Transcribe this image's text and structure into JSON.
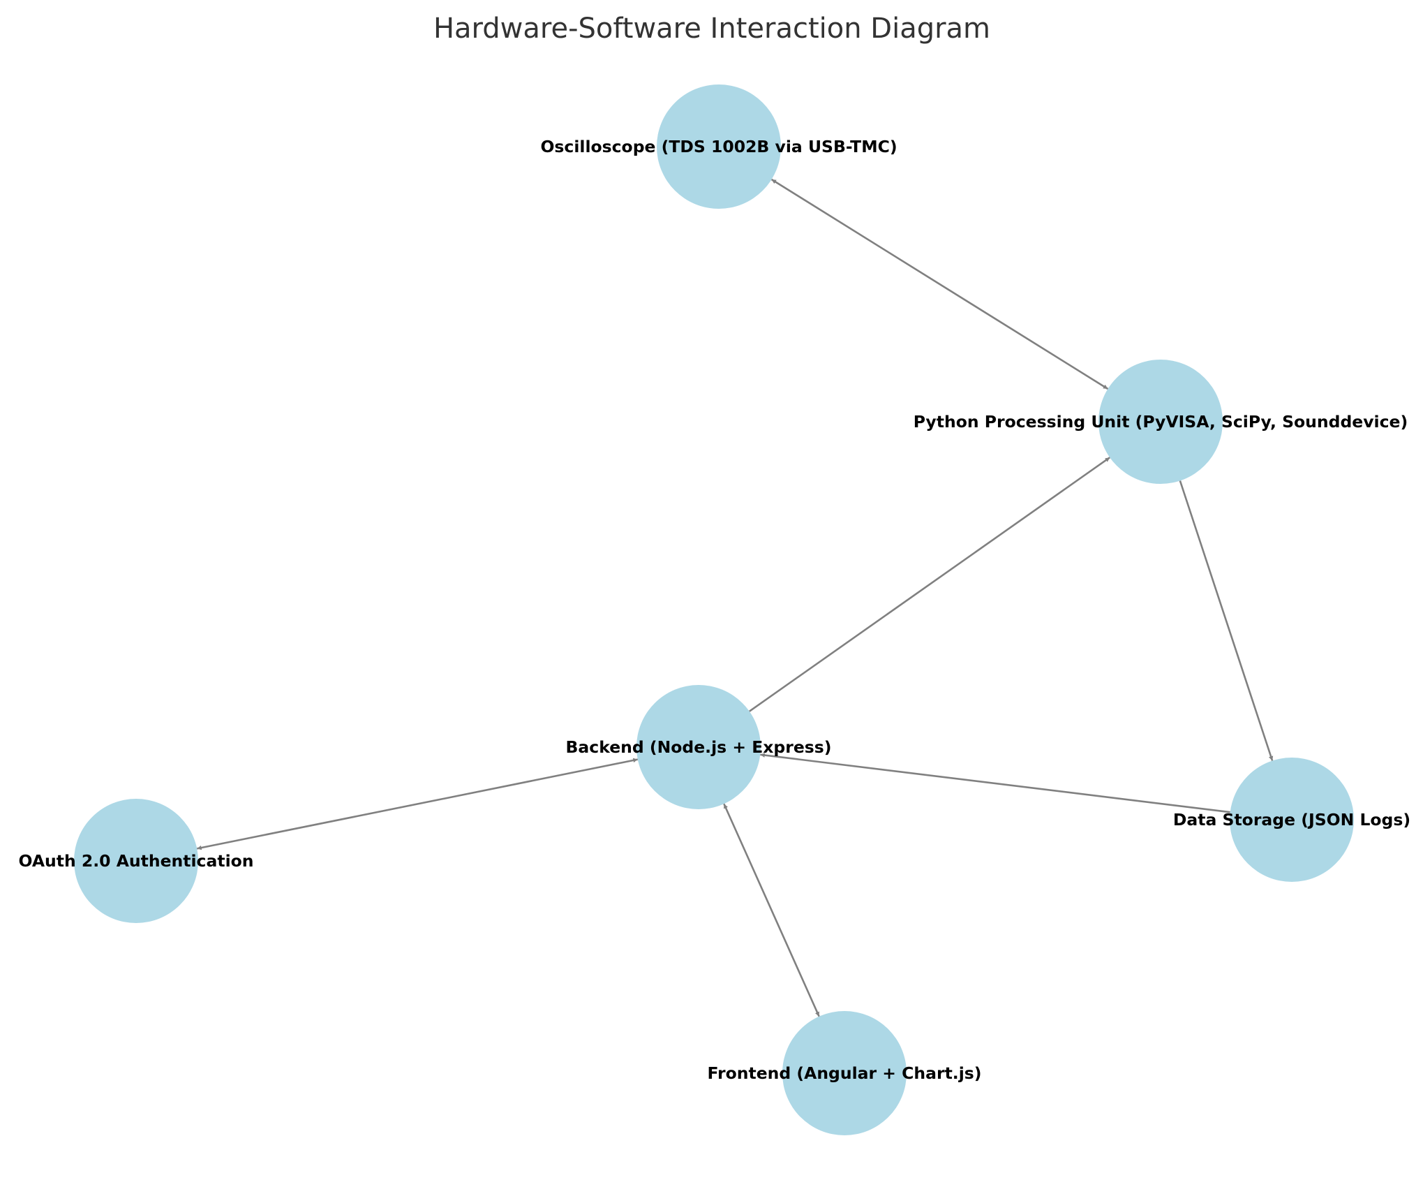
{
  "diagram": {
    "title": "Hardware-Software Interaction Diagram",
    "node_color": "#add8e6",
    "edge_color": "#808080",
    "nodes": [
      {
        "id": "oscilloscope",
        "label": "Oscilloscope (TDS 1002B via USB-TMC)"
      },
      {
        "id": "python",
        "label": "Python Processing Unit (PyVISA, SciPy, Sounddevice)"
      },
      {
        "id": "backend",
        "label": "Backend (Node.js + Express)"
      },
      {
        "id": "storage",
        "label": "Data Storage (JSON Logs)"
      },
      {
        "id": "oauth",
        "label": "OAuth 2.0 Authentication"
      },
      {
        "id": "frontend",
        "label": "Frontend (Angular + Chart.js)"
      }
    ],
    "edges": [
      {
        "from": "oscilloscope",
        "to": "python",
        "bidirectional": true
      },
      {
        "from": "backend",
        "to": "python",
        "bidirectional": false
      },
      {
        "from": "python",
        "to": "storage",
        "bidirectional": false
      },
      {
        "from": "storage",
        "to": "backend",
        "bidirectional": false
      },
      {
        "from": "backend",
        "to": "oauth",
        "bidirectional": true
      },
      {
        "from": "backend",
        "to": "frontend",
        "bidirectional": true
      }
    ]
  }
}
